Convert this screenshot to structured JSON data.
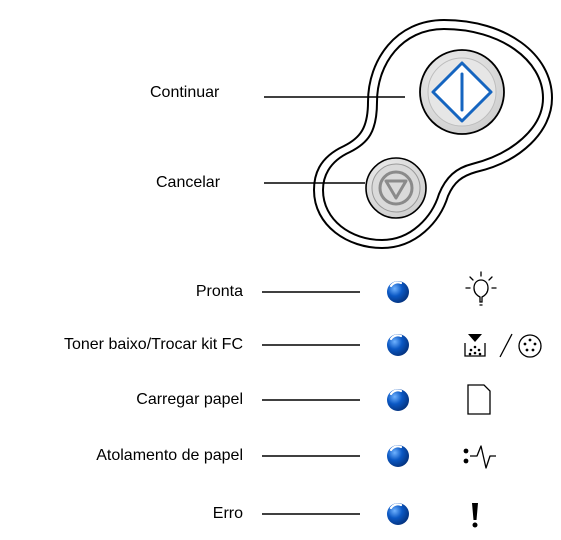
{
  "buttons": [
    {
      "id": "continue",
      "label": "Continuar",
      "icon": "continue-icon"
    },
    {
      "id": "cancel",
      "label": "Cancelar",
      "icon": "stop-icon"
    }
  ],
  "indicators": [
    {
      "label": "Pronta",
      "icon": "lightbulb-icon"
    },
    {
      "label": "Toner baixo/Trocar kit FC",
      "icon": "toner-photoconductor-icon"
    },
    {
      "label": "Carregar papel",
      "icon": "paper-sheet-icon"
    },
    {
      "label": "Atolamento de papel",
      "icon": "paper-jam-icon"
    },
    {
      "label": "Erro",
      "icon": "exclamation-icon"
    }
  ],
  "colors": {
    "led_blue": "#0b58c4",
    "continue_accent": "#1565c0",
    "button_gray": "#d9d9d9",
    "stop_gray": "#8a8a8a",
    "outline": "#000000"
  }
}
